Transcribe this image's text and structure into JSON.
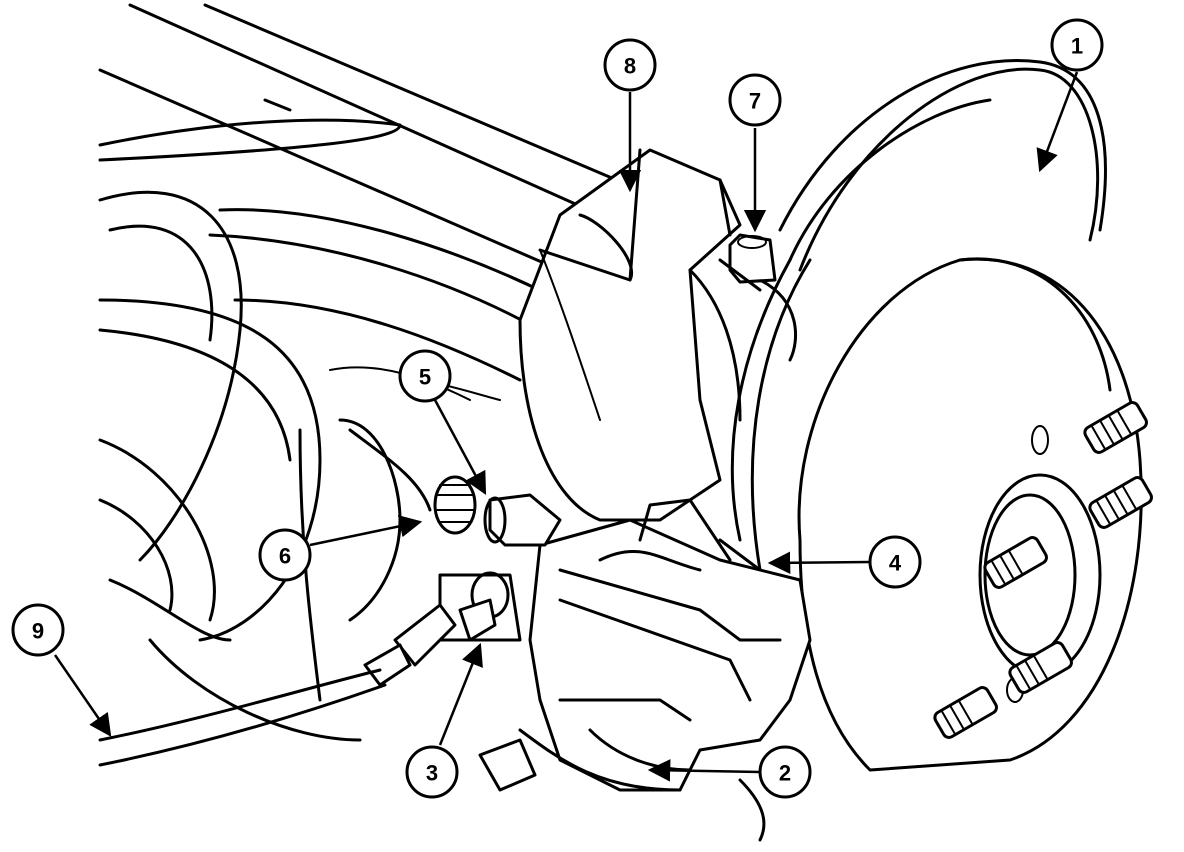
{
  "diagram": {
    "callouts": [
      {
        "id": "1",
        "label": "1",
        "part": "rotor"
      },
      {
        "id": "2",
        "label": "2",
        "part": "caliper-lower-bracket"
      },
      {
        "id": "3",
        "label": "3",
        "part": "brake-hose-fitting"
      },
      {
        "id": "4",
        "label": "4",
        "part": "caliper-pin"
      },
      {
        "id": "5",
        "label": "5",
        "part": "caliper-mount"
      },
      {
        "id": "6",
        "label": "6",
        "part": "bleeder-plug"
      },
      {
        "id": "7",
        "label": "7",
        "part": "bolt"
      },
      {
        "id": "8",
        "label": "8",
        "part": "caliper-housing"
      },
      {
        "id": "9",
        "label": "9",
        "part": "brake-line"
      }
    ]
  }
}
